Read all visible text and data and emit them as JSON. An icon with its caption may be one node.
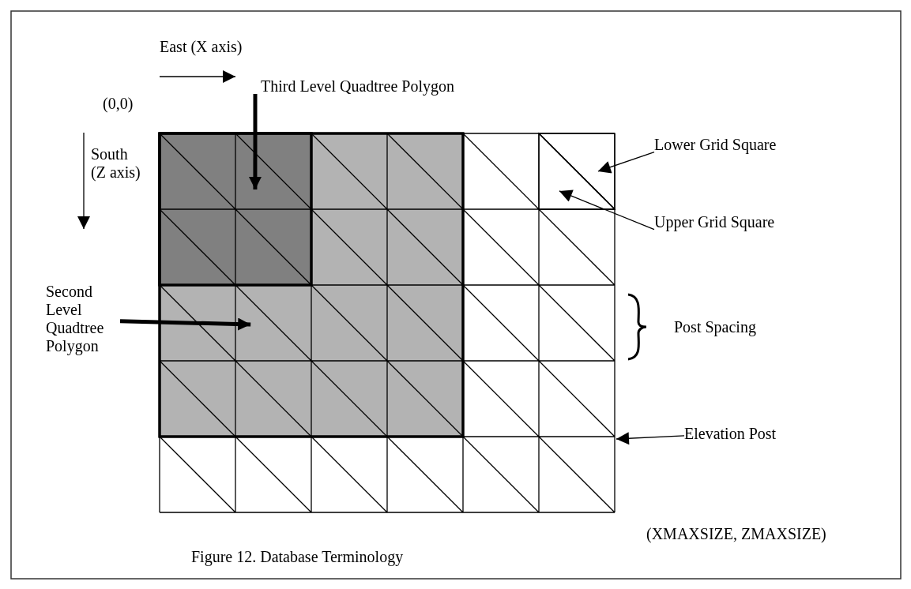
{
  "diagram": {
    "caption": "Figure 12. Database Terminology",
    "nodes": [
      {
        "text": [
          "Third Level Quadtree Polygon"
        ]
      },
      {
        "text": [],
        "shape": "box"
      },
      {
        "text": [],
        "shape": "box",
        "in": 1
      },
      {
        "text": [
          "Lower Grid Square"
        ]
      },
      {
        "text": [],
        "shape": "triangle"
      },
      {
        "text": [
          "Upper Grid Square"
        ]
      },
      {
        "text": [],
        "shape": "triangle"
      },
      {
        "text": [
          "Second Level Quadtree Polygon"
        ]
      },
      {
        "text": [
          "Elevation Post"
        ]
      }
    ],
    "edges": [
      {
        "from": 0,
        "to": 2,
        "arrow": "to",
        "style": "thick"
      },
      {
        "from": 3,
        "to": 4,
        "arrow": "to"
      },
      {
        "from": 5,
        "to": 6,
        "arrow": "to"
      },
      {
        "from": 7,
        "to": 1,
        "arrow": "to",
        "style": "thick"
      },
      {
        "from": 8,
        "to": null,
        "arrow": "to"
      }
    ],
    "labels": [
      "East (X axis)",
      "(0,0)",
      "South (Z axis)",
      "Post Spacing",
      "(XMAXSIZE, ZMAXSIZE)"
    ]
  }
}
